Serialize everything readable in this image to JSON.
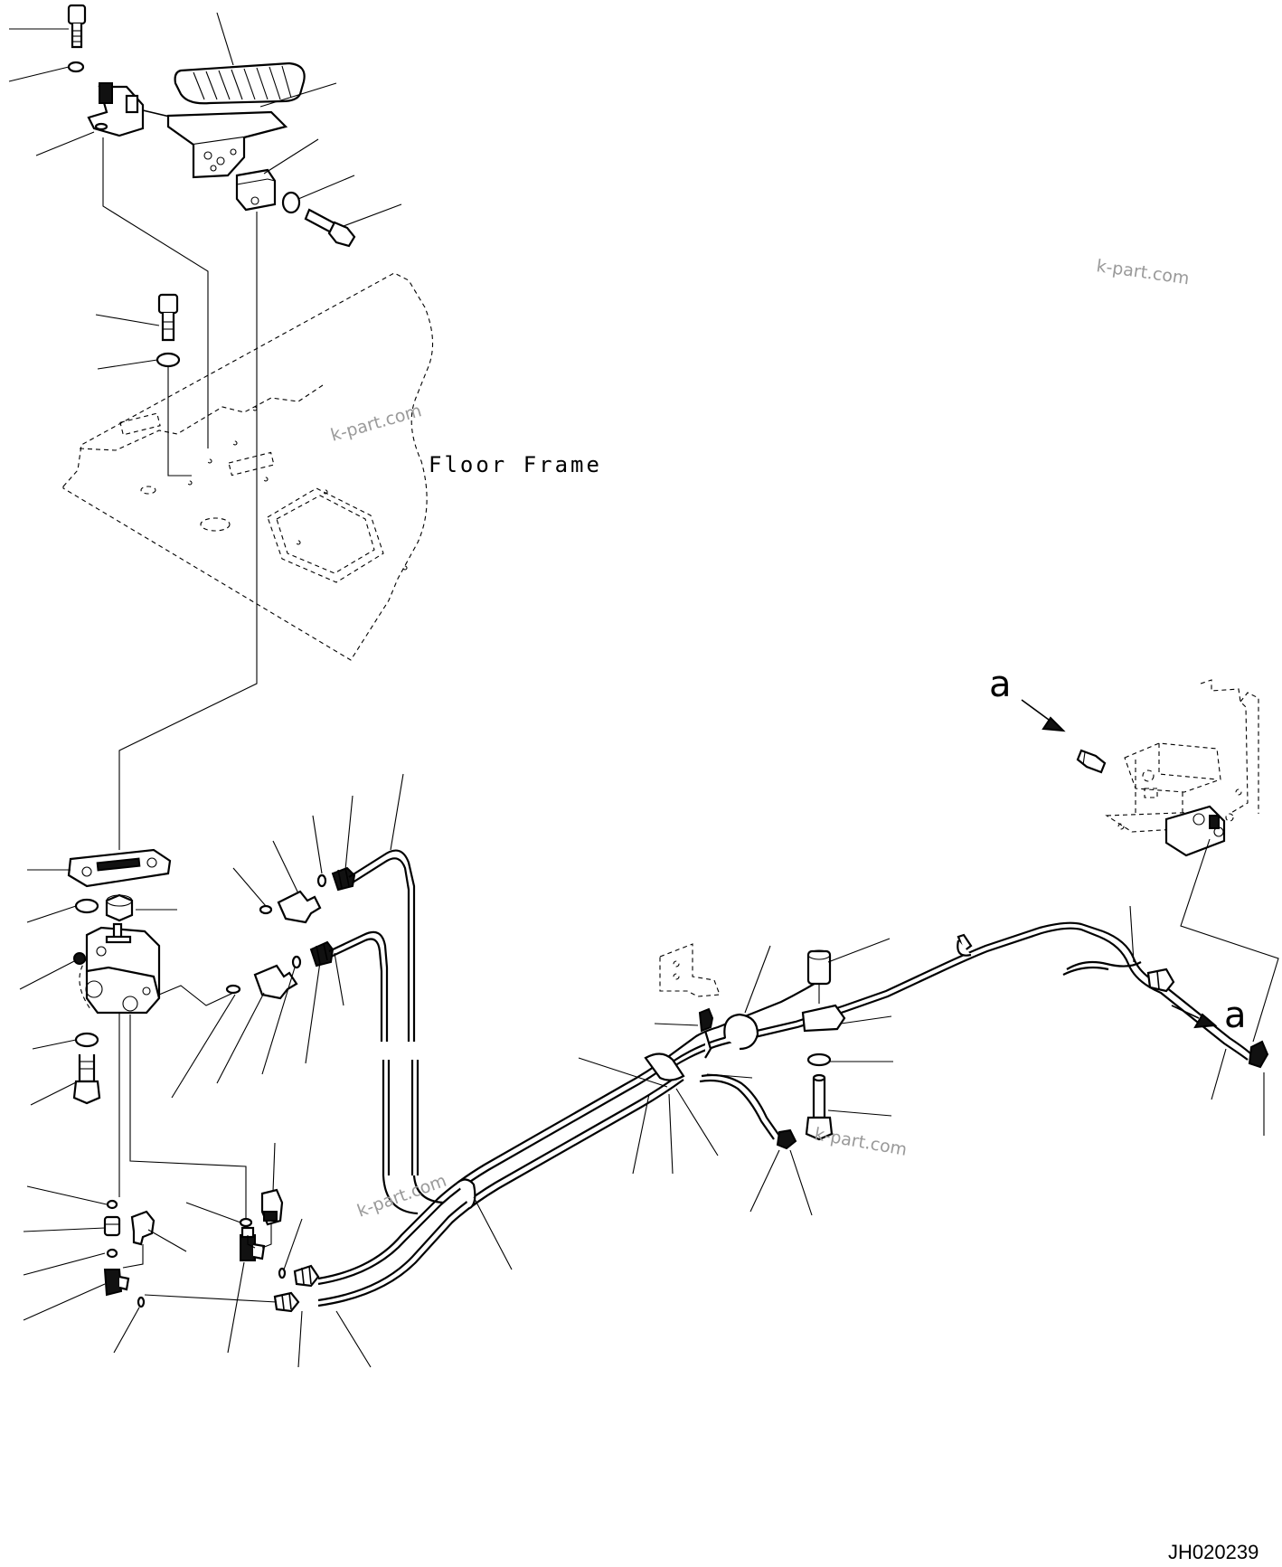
{
  "diagram": {
    "frame_label": "Floor Frame",
    "view_marker": "a",
    "watermark": "k-part.com",
    "drawing_code": "JH020239"
  }
}
